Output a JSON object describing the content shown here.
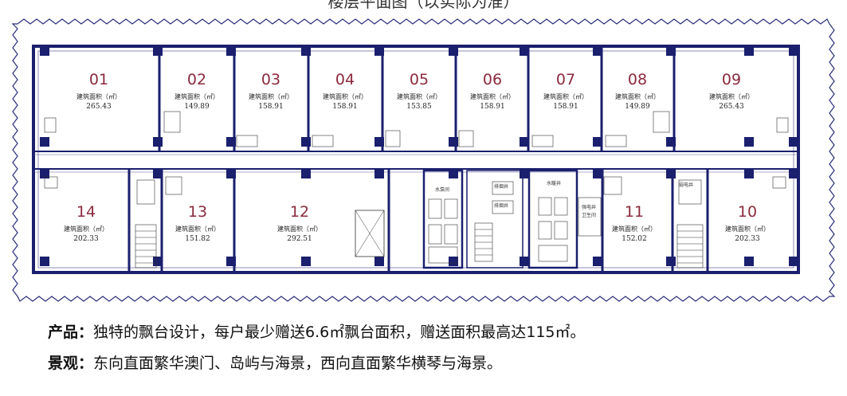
{
  "title": "楼层平面图（以实际为准）",
  "area_caption": "建筑面积（㎡）",
  "units": [
    {
      "num": "01",
      "area": "265.43"
    },
    {
      "num": "02",
      "area": "149.89"
    },
    {
      "num": "03",
      "area": "158.91"
    },
    {
      "num": "04",
      "area": "158.91"
    },
    {
      "num": "05",
      "area": "153.85"
    },
    {
      "num": "06",
      "area": "158.91"
    },
    {
      "num": "07",
      "area": "158.91"
    },
    {
      "num": "08",
      "area": "149.89"
    },
    {
      "num": "09",
      "area": "265.43"
    },
    {
      "num": "14",
      "area": "202.33"
    },
    {
      "num": "13",
      "area": "151.82"
    },
    {
      "num": "12",
      "area": "292.51"
    },
    {
      "num": "11",
      "area": "152.02"
    },
    {
      "num": "10",
      "area": "202.33"
    }
  ],
  "core_labels": [
    "水泵间",
    "排烟井",
    "排烟井",
    "水暖井",
    "强电井",
    "卫生间",
    "弱电井"
  ],
  "product": {
    "label": "产品：",
    "text": "独特的飘台设计，每户最少赠送6.6㎡飘台面积，赠送面积最高达115㎡。"
  },
  "view": {
    "label": "景观：",
    "text": "东向直面繁华澳门、岛屿与海景，西向直面繁华横琴与海景。"
  },
  "colors": {
    "wall": "#1a1f6e",
    "unit_number": "#8b2a3c",
    "border": "#2a2f7a"
  }
}
